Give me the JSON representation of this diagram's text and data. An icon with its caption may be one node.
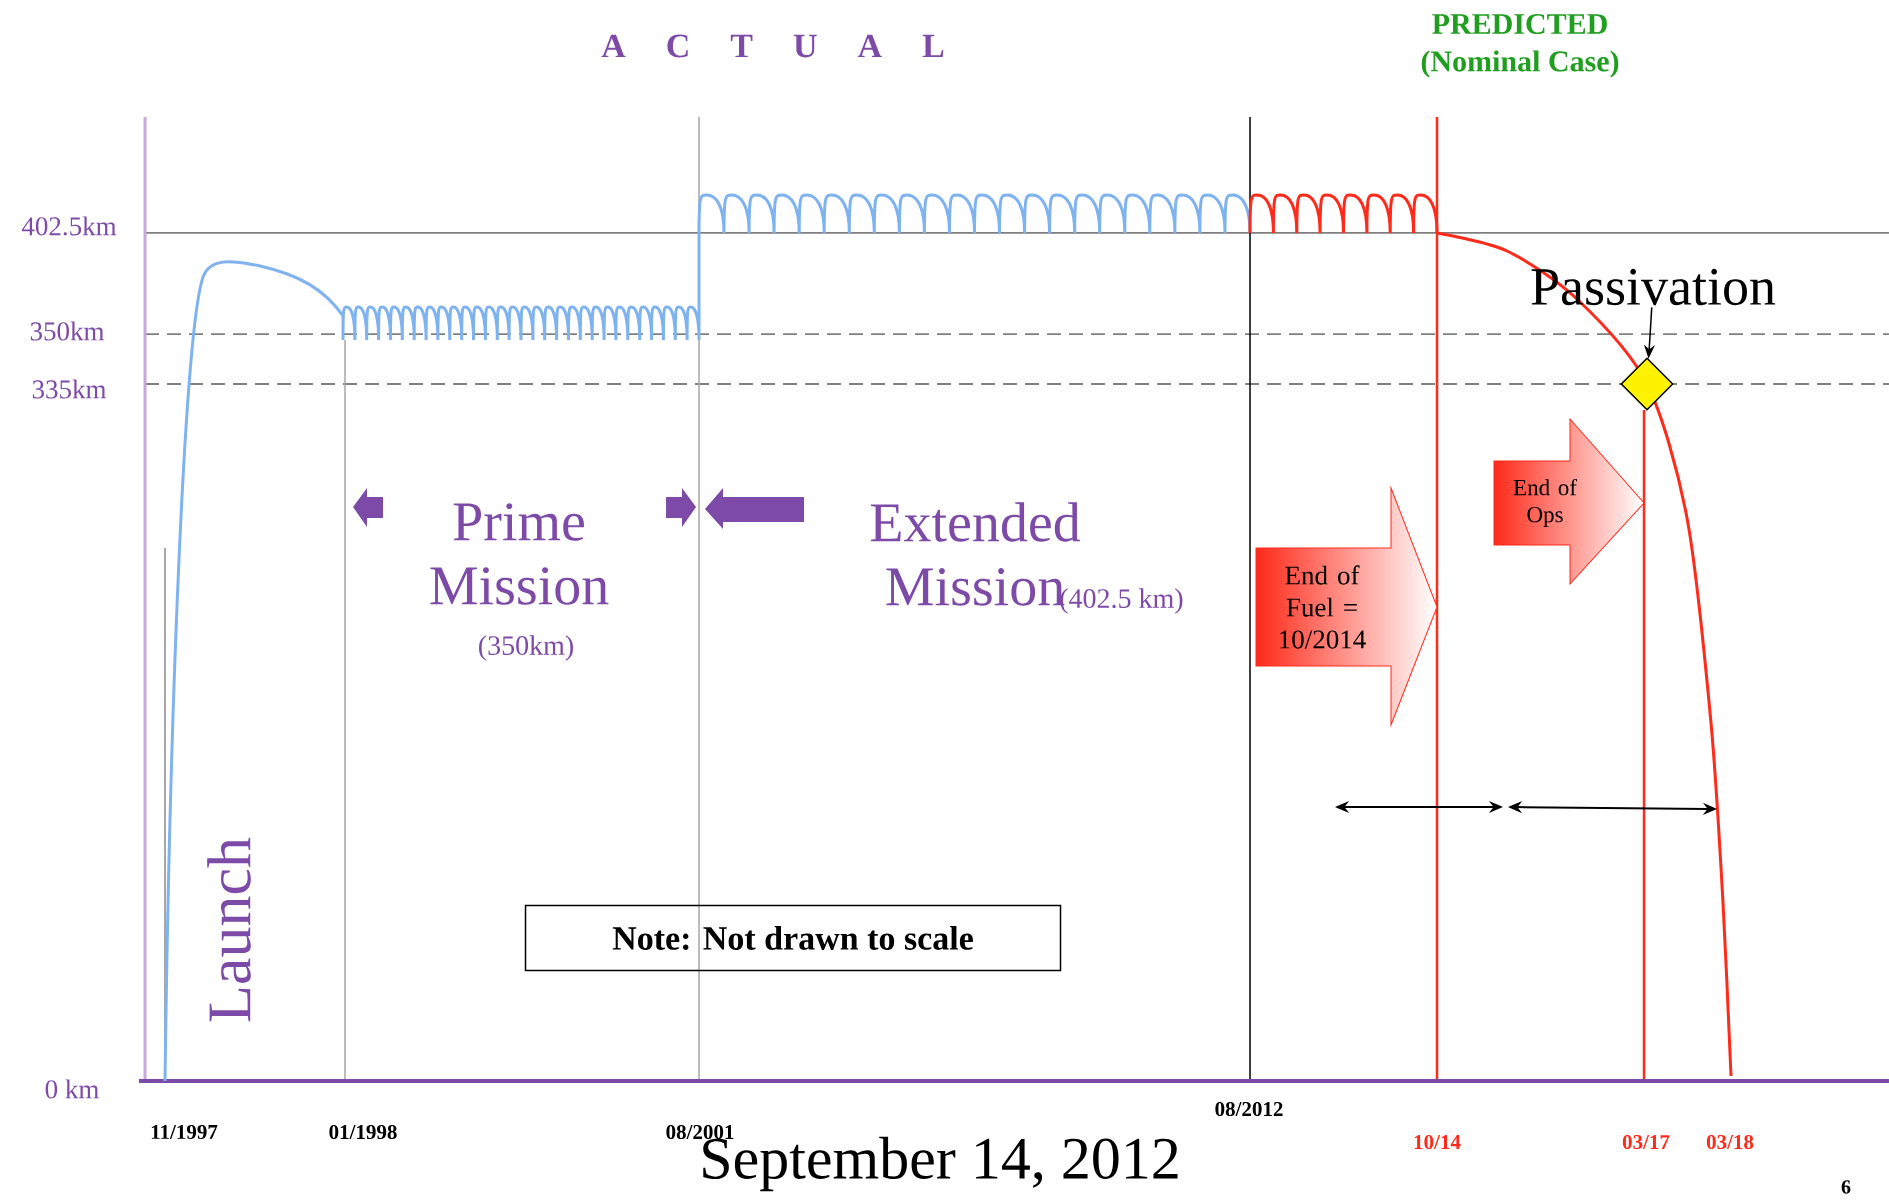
{
  "diagram": {
    "nodes": [
      {
        "text": [
          "End of Fuel = 10/2014"
        ]
      },
      {
        "text": [
          "End of Ops"
        ]
      },
      {
        "text": [
          "Note: Not drawn to scale"
        ]
      },
      {
        "text": [
          "Passivation"
        ]
      },
      {
        "text": [],
        "shape": "diamond"
      }
    ],
    "edges": [
      {
        "from": 3,
        "to": 4,
        "arrow": "to"
      }
    ],
    "labels": [
      "A C T U A L",
      "PREDICTED",
      "(Nominal Case)",
      "402.5km",
      "350km",
      "335km",
      "Prime Mission",
      "Extended Mission",
      "(402.5 km)",
      "(350km)",
      "Launch",
      "0 km",
      "08/2012",
      "11/1997",
      "01/1998",
      "08/2001",
      "10/14",
      "03/17",
      "03/18",
      "September 14, 2012",
      "6"
    ]
  }
}
